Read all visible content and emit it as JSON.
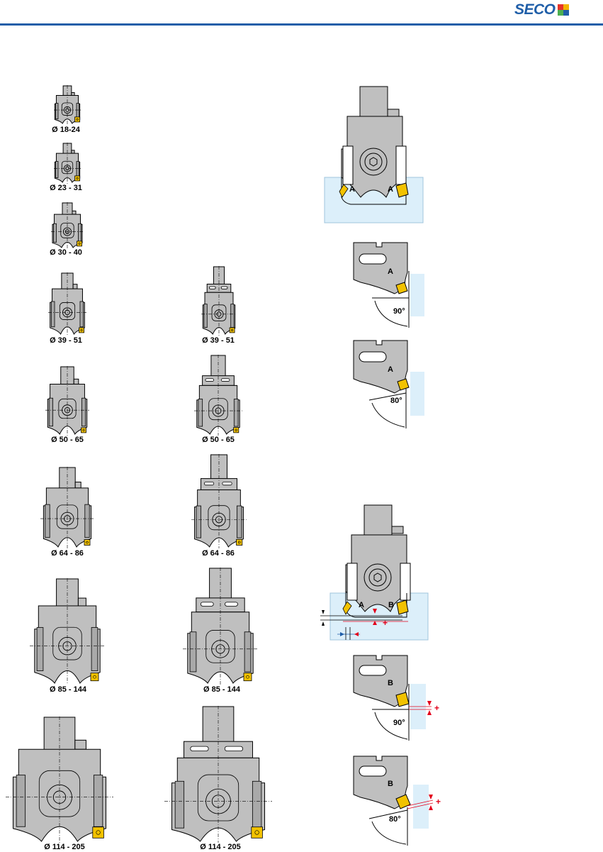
{
  "header": {
    "logo_text": "SECO",
    "logo_colors": [
      "#e63329",
      "#f3b200",
      "#4caf50",
      "#1f5ea8"
    ],
    "rule_color": "#1f5ea8"
  },
  "colors": {
    "insert": "#f2c200",
    "body": "#bfbfbf",
    "body_dark": "#a9a9a9",
    "workpiece": "#dceffa",
    "adjust_red": "#e3001b",
    "adjust_blue": "#1f5ea8"
  },
  "tools_left": [
    {
      "caption": "Ø 18-24"
    },
    {
      "caption": "Ø 23 - 31"
    },
    {
      "caption": "Ø 30 - 40"
    },
    {
      "caption": "Ø 39 - 51"
    },
    {
      "caption": "Ø 50 - 65"
    },
    {
      "caption": "Ø 64 - 86"
    },
    {
      "caption": "Ø 85 - 144"
    },
    {
      "caption": "Ø 114 - 205"
    }
  ],
  "tools_right": [
    {
      "caption": "Ø 39 - 51"
    },
    {
      "caption": "Ø 50 - 65"
    },
    {
      "caption": "Ø 64 - 86"
    },
    {
      "caption": "Ø 85 - 144"
    },
    {
      "caption": "Ø 114 - 205"
    }
  ],
  "diagrams": {
    "top_assembly": {
      "label_left": "A",
      "label_right": "A"
    },
    "detail_a_90": {
      "label": "A",
      "angle": "90°"
    },
    "detail_a_80": {
      "label": "A",
      "angle": "80°"
    },
    "bottom_assembly": {
      "label_left": "A",
      "label_right": "B",
      "plus": "+"
    },
    "detail_b_90": {
      "label": "B",
      "angle": "90°",
      "plus": "+"
    },
    "detail_b_80": {
      "label": "B",
      "angle": "80°",
      "plus": "+"
    }
  }
}
